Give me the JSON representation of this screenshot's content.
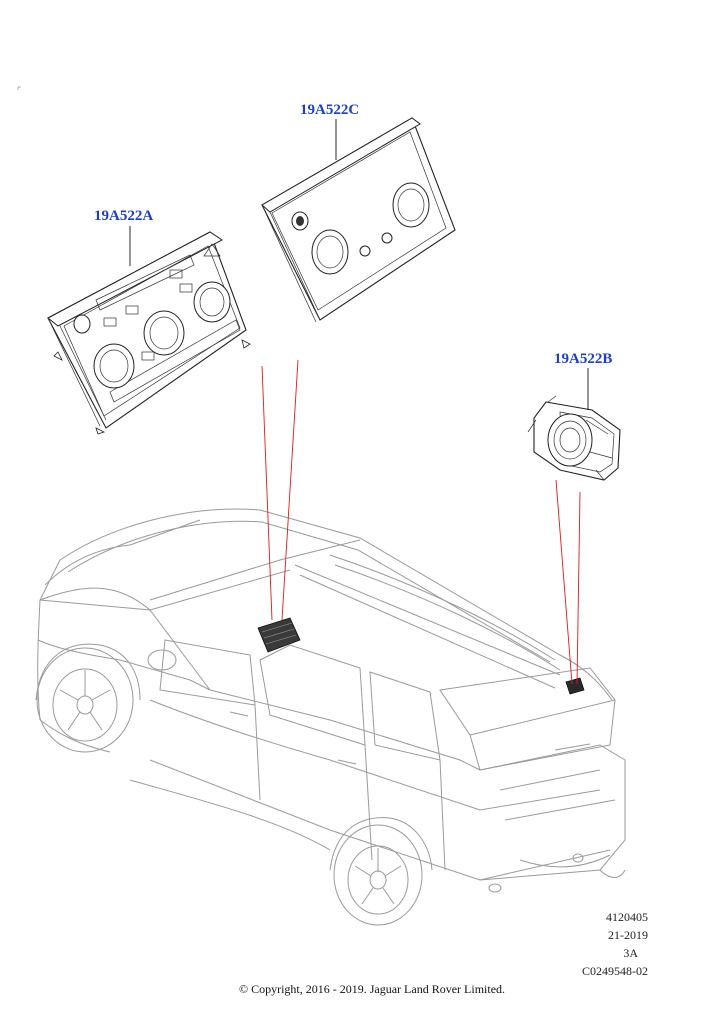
{
  "callouts": {
    "part_c": "19A522C",
    "part_a": "19A522A",
    "part_b": "19A522B"
  },
  "info": {
    "line1": "4120405",
    "line2": "21-2019",
    "line3": "3A",
    "line4": "C0249548-02"
  },
  "footer": {
    "copyright": "© Copyright, 2016 - 2019. Jaguar Land Rover Limited."
  },
  "colors": {
    "callout": "#1a3fd0",
    "leader": "#e01b1b"
  }
}
